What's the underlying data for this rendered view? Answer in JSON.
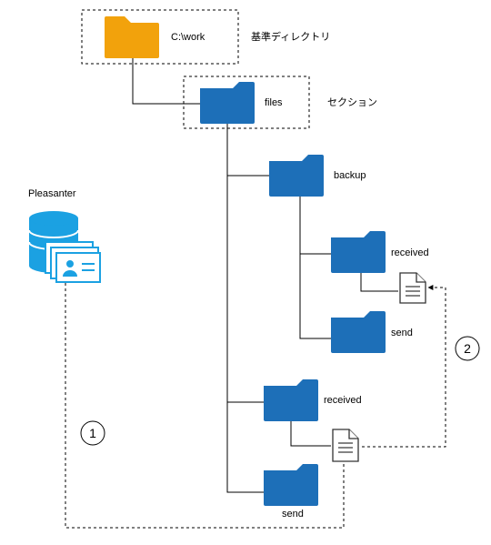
{
  "colors": {
    "folder_base": "#f2a20c",
    "folder_blue": "#1d6fb8",
    "db_blue": "#1ba1e2",
    "line": "#000000"
  },
  "nodes": {
    "base": {
      "label": "C:\\work",
      "icon": "folder-icon"
    },
    "files": {
      "label": "files",
      "icon": "folder-icon"
    },
    "backup": {
      "label": "backup",
      "icon": "folder-icon"
    },
    "backup_received": {
      "label": "received",
      "icon": "folder-icon"
    },
    "backup_send": {
      "label": "send",
      "icon": "folder-icon"
    },
    "received": {
      "label": "received",
      "icon": "folder-icon"
    },
    "send": {
      "label": "send",
      "icon": "folder-icon"
    },
    "doc_received": {
      "icon": "document-icon"
    },
    "doc_backup": {
      "icon": "document-icon"
    },
    "pleasanter": {
      "label": "Pleasanter",
      "icon": "database-icon"
    }
  },
  "annotations": {
    "base_dir": "基準ディレクトリ",
    "section": "セクション"
  },
  "steps": {
    "step1": "1",
    "step2": "2"
  }
}
